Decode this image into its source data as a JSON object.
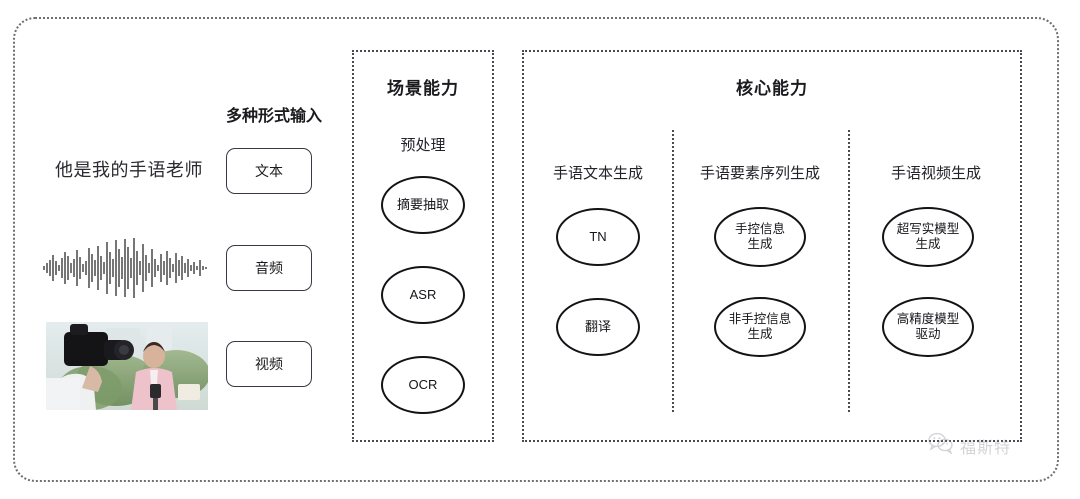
{
  "diagram": {
    "title_hidden": "",
    "input_section": {
      "heading": "多种形式输入",
      "sample_text": "他是我的手语老师",
      "chips": [
        {
          "label": "文本",
          "name": "text"
        },
        {
          "label": "音频",
          "name": "audio"
        },
        {
          "label": "视频",
          "name": "video"
        }
      ],
      "media": {
        "waveform_alt": "audio-waveform",
        "thumbnail_alt": "video-thumbnail"
      }
    },
    "scene_panel": {
      "title": "场景能力",
      "sub_label": "预处理",
      "nodes": [
        {
          "label": "摘要抽取"
        },
        {
          "label": "ASR"
        },
        {
          "label": "OCR"
        }
      ]
    },
    "core_panel": {
      "title": "核心能力",
      "columns": [
        {
          "header": "手语文本生成",
          "nodes": [
            {
              "label": "TN"
            },
            {
              "label": "翻译"
            }
          ]
        },
        {
          "header": "手语要素序列生成",
          "nodes": [
            {
              "label": "手控信息\n生成"
            },
            {
              "label": "非手控信息\n生成"
            }
          ]
        },
        {
          "header": "手语视频生成",
          "nodes": [
            {
              "label": "超写实模型\n生成"
            },
            {
              "label": "高精度模型\n驱动"
            }
          ]
        }
      ]
    },
    "watermark": {
      "text": "福斯特",
      "icon": "wechat-icon"
    },
    "colors": {
      "border_dark": "#121217",
      "border_dotted": "#4a4a52",
      "frame_dotted": "#6e6e76",
      "text": "#1b1b1f",
      "watermark": "#9a9aa2",
      "background": "#ffffff"
    }
  }
}
